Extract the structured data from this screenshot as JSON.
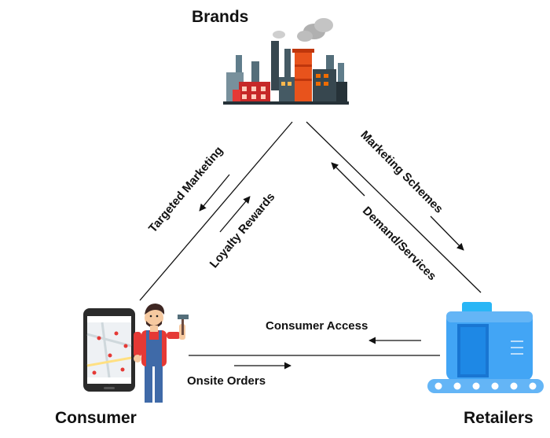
{
  "nodes": {
    "brands": {
      "label": "Brands",
      "icon": "factory-icon"
    },
    "consumer": {
      "label": "Consumer",
      "icon": "person-with-smartphone-icon"
    },
    "retailers": {
      "label": "Retailers",
      "icon": "conveyor-machine-icon"
    }
  },
  "edges": {
    "targeted_marketing": "Targeted Marketing",
    "loyalty_rewards": "Loyalty Rewards",
    "marketing_schemes": "Marketing Schemes",
    "demand_services": "Demand/Services",
    "consumer_access": "Consumer Access",
    "onsite_orders": "Onsite Orders"
  },
  "colors": {
    "line": "#111111",
    "factory_dark": "#37474f",
    "factory_orange": "#e8531c",
    "factory_red": "#c62828",
    "machine_blue": "#42a5f5",
    "machine_dark": "#1976d2",
    "shirt_red": "#e53935",
    "overalls_blue": "#3f6aa8"
  }
}
